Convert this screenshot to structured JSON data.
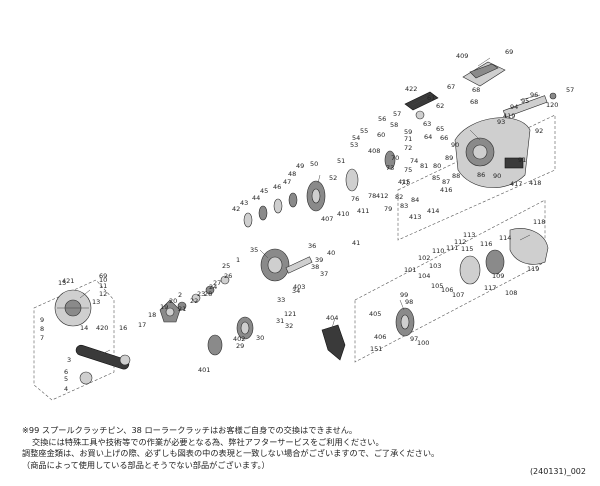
{
  "diagram": {
    "part_numbers": [
      "409",
      "69",
      "422",
      "67",
      "68",
      "68",
      "61",
      "62",
      "55",
      "56",
      "57",
      "58",
      "54",
      "59",
      "63",
      "64",
      "65",
      "66",
      "60",
      "53",
      "71",
      "72",
      "419",
      "93",
      "94",
      "95",
      "96",
      "57",
      "92",
      "90",
      "91",
      "86",
      "90",
      "417",
      "418",
      "408",
      "70",
      "73",
      "74",
      "75",
      "77",
      "78",
      "76",
      "79",
      "85",
      "80",
      "81",
      "412",
      "411",
      "82",
      "83",
      "84",
      "87",
      "88",
      "89",
      "415",
      "416",
      "410",
      "413",
      "414",
      "50",
      "51",
      "52",
      "49",
      "48",
      "47",
      "46",
      "45",
      "44",
      "43",
      "42",
      "407",
      "41",
      "40",
      "39",
      "38",
      "37",
      "36",
      "35",
      "34",
      "33",
      "32",
      "31",
      "30",
      "29",
      "28",
      "27",
      "26",
      "25",
      "24",
      "23",
      "22",
      "21",
      "20",
      "19",
      "18",
      "17",
      "16",
      "15",
      "14",
      "13",
      "12",
      "11",
      "10",
      "9",
      "8",
      "7",
      "6",
      "5",
      "4",
      "3",
      "2",
      "1",
      "401",
      "402",
      "403",
      "404",
      "405",
      "406",
      "151",
      "99",
      "98",
      "97",
      "100",
      "101",
      "102",
      "103",
      "104",
      "105",
      "106",
      "107",
      "108",
      "109",
      "110",
      "111",
      "112",
      "113",
      "114",
      "115",
      "116",
      "117",
      "118",
      "119",
      "120",
      "121",
      "420",
      "421",
      "69",
      "57",
      "26",
      "11",
      "12",
      "5"
    ]
  },
  "notes": {
    "line1": "※99 スプールクラッチピン、38 ローラークラッチはお客様ご自身での交換はできません。",
    "line2": "交換には特殊工具や技術等での作業が必要となる為、弊社アフターサービスをご利用ください。",
    "line3": "調整座金類は、お買い上げの際、必ずしも図表の中の表現と一致しない場合がございますので、ご了承ください。",
    "line4": "（商品によって使用している部品とそうでない部品がございます。）"
  },
  "diagram_code": "(240131)_002"
}
